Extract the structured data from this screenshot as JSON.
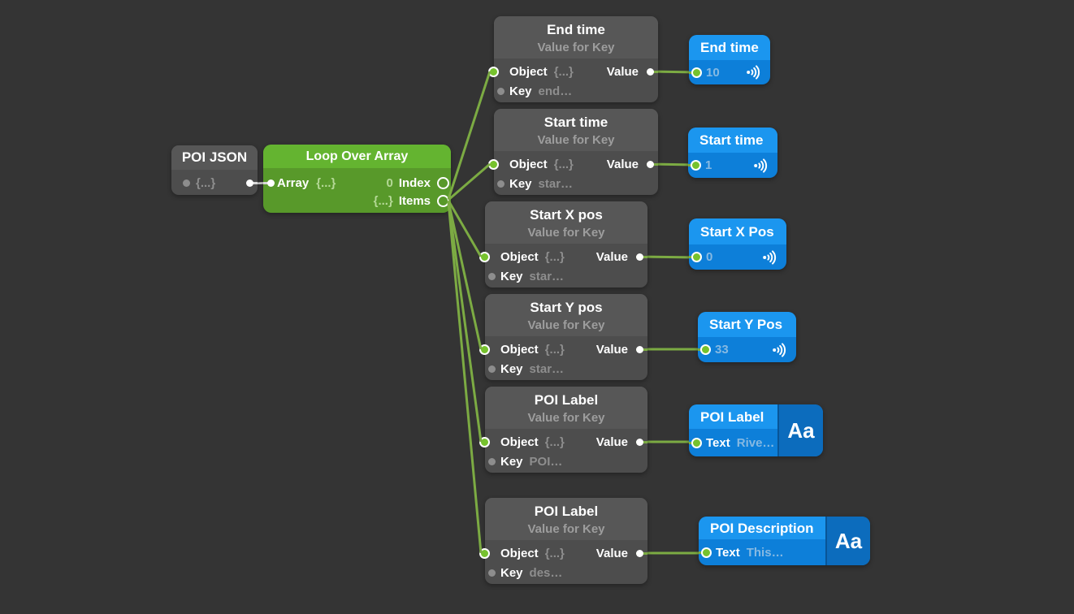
{
  "colors": {
    "background": "#343434",
    "gray_node_body": "#4d4d4d",
    "gray_node_header": "#575757",
    "green_node_body": "#58992a",
    "green_node_header": "#64b430",
    "blue_node_body": "#0d7fd9",
    "blue_node_header": "#1b96ef",
    "blue_icon_block": "#0c6cbd",
    "cable_green": "#7cab43",
    "cable_gray": "#d9d9d9",
    "connected_port_green": "#76c22d"
  },
  "poi_json": {
    "title": "POI JSON",
    "value": "{...}"
  },
  "loop": {
    "title": "Loop Over Array",
    "array_label": "Array",
    "array_value": "{...}",
    "index_value": "0",
    "index_label": "Index",
    "items_value": "{...}",
    "items_label": "Items"
  },
  "vfk_common": {
    "subtitle": "Value for Key",
    "object_label": "Object",
    "object_value": "{...}",
    "value_label": "Value",
    "key_label": "Key"
  },
  "vfk": [
    {
      "title": "End time",
      "key_value": "end…"
    },
    {
      "title": "Start time",
      "key_value": "star…"
    },
    {
      "title": "Start X pos",
      "key_value": "star…"
    },
    {
      "title": "Start Y pos",
      "key_value": "star…"
    },
    {
      "title": "POI Label",
      "key_value": "POI…"
    },
    {
      "title": "POI Label",
      "key_value": "des…"
    }
  ],
  "broadcast": [
    {
      "title": "End time",
      "value": "10"
    },
    {
      "title": "Start time",
      "value": "1"
    },
    {
      "title": "Start X Pos",
      "value": "0"
    },
    {
      "title": "Start Y Pos",
      "value": "33"
    },
    {
      "title": "POI Label",
      "label": "Text",
      "value": "Rive…",
      "icon_text": "Aa"
    },
    {
      "title": "POI Description",
      "label": "Text",
      "value": "This…",
      "icon_text": "Aa"
    }
  ]
}
